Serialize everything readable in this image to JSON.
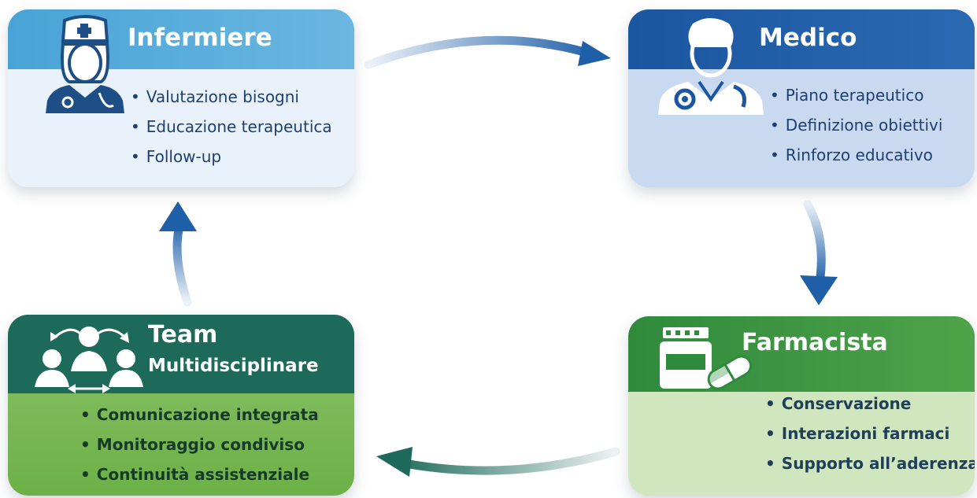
{
  "cards": {
    "infermiere": {
      "title": "Infermiere",
      "items": [
        "Valutazione bisogni",
        "Educazione terapeutica",
        "Follow-up"
      ]
    },
    "medico": {
      "title": "Medico",
      "items": [
        "Piano terapeutico",
        "Definizione obiettivi",
        "Rinforzo educativo"
      ]
    },
    "farmacista": {
      "title": "Farmacista",
      "items": [
        "Conservazione",
        "Interazioni farmaci",
        "Supporto all’aderenza"
      ]
    },
    "team": {
      "title_line1": "Team",
      "title_line2": "Multidisciplinare",
      "items": [
        "Comunicazione integrata",
        "Monitoraggio condiviso",
        "Continuità assistenziale"
      ]
    }
  },
  "icons": {
    "infermiere": "nurse-icon",
    "medico": "doctor-icon",
    "farmacista": "pharmacy-icon",
    "team": "team-icon"
  },
  "colors": {
    "infermiere_header": "#49a3d6",
    "medico_header": "#1b56a0",
    "farmacista_header": "#2f8a3c",
    "team_header": "#1d6a5a",
    "arrow_blue": "#1f5fa8",
    "arrow_teal": "#1d6a5a"
  }
}
